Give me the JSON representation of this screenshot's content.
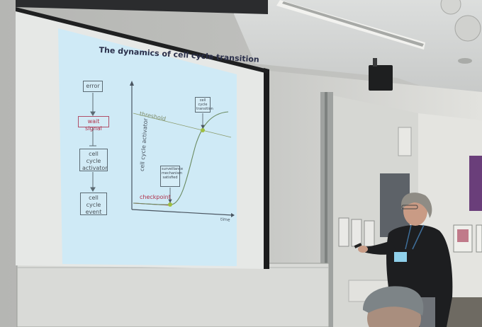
{
  "slide": {
    "title": "The dynamics of cell cycle transition",
    "flow": {
      "error": "error",
      "wait": "wait signal",
      "activator": "cell cycle\nactivator",
      "event": "cell cycle\nevent"
    },
    "graph": {
      "y_axis_label": "cell cycle activator",
      "x_axis_label": "time",
      "threshold_label": "threshold",
      "checkpoint_label": "checkpoint",
      "annotation_top": "cell cycle\ntransition",
      "annotation_bottom": "surveillance\nmechanism\nsatisfied"
    }
  },
  "colors": {
    "slide_bg": "#cfeaf6",
    "slide_title": "#2a2f4a",
    "threshold_line": "#8a9a6a",
    "checkpoint_line": "#c0304a",
    "curve": "#6a8a60",
    "dot": "#9fbf40"
  }
}
